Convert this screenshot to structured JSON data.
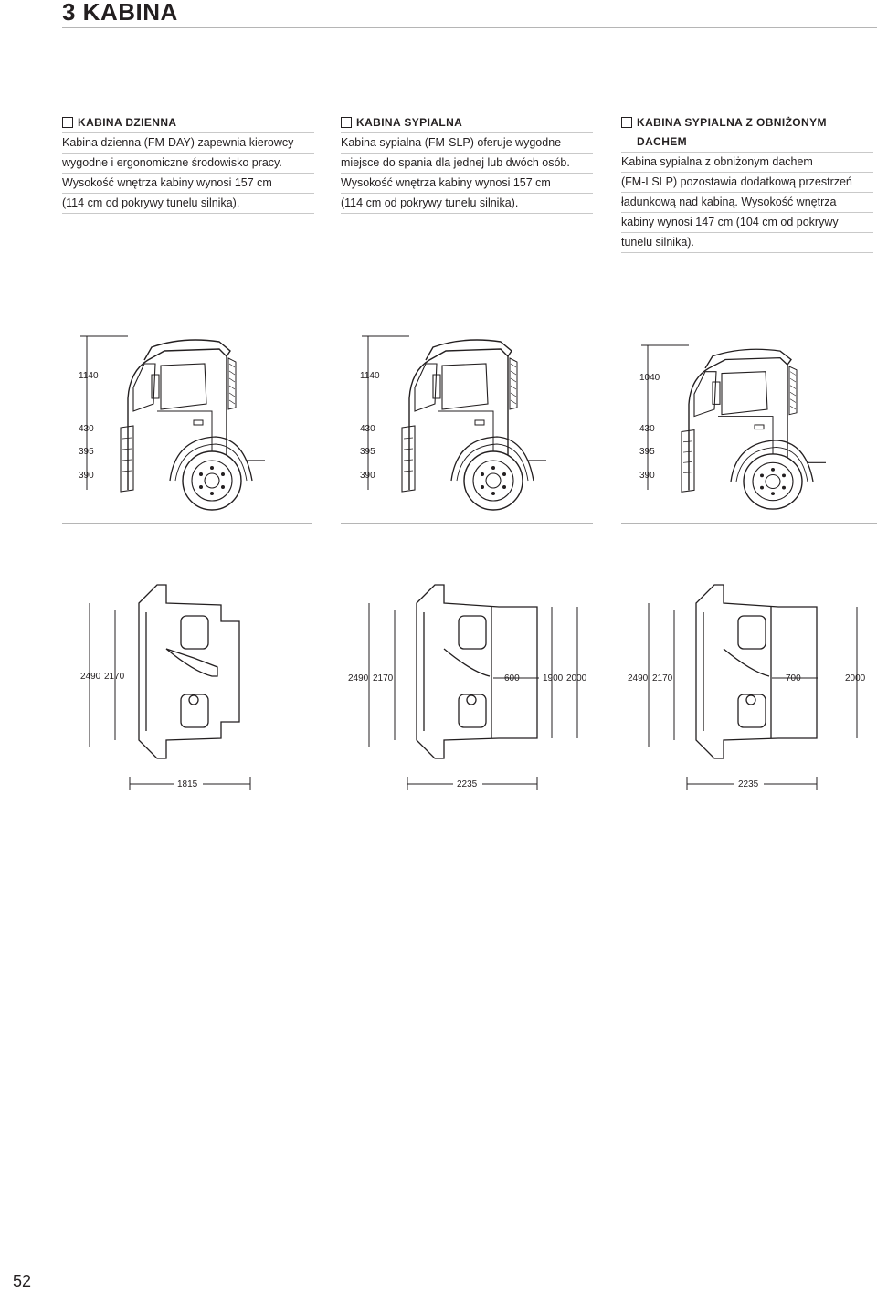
{
  "header": {
    "title": "3 KABINA"
  },
  "columns": [
    {
      "heading": "KABINA DZIENNA",
      "lines": [
        "Kabina dzienna (FM-DAY) zapewnia kierowcy",
        "wygodne i ergonomiczne środowisko pracy.",
        "Wysokość wnętrza kabiny wynosi 157 cm",
        "(114 cm od pokrywy tunelu silnika)."
      ]
    },
    {
      "heading": "KABINA SYPIALNA",
      "lines": [
        "Kabina sypialna (FM-SLP) oferuje wygodne",
        "miejsce do spania dla jednej lub dwóch osób.",
        "Wysokość wnętrza kabiny wynosi 157 cm",
        "(114 cm od pokrywy tunelu silnika)."
      ]
    },
    {
      "heading": "KABINA SYPIALNA Z OBNIŻONYM DACHEM",
      "lines": [
        "Kabina sypialna z obniżonym dachem",
        "(FM-LSLP) pozostawia dodatkową przestrzeń",
        "ładunkową nad kabiną. Wysokość wnętrza",
        "kabiny wynosi 147 cm (104 cm od pokrywy",
        "tunelu silnika)."
      ]
    }
  ],
  "side_views": [
    {
      "height_top": "1140",
      "d1": "430",
      "d2": "395",
      "d3": "390"
    },
    {
      "height_top": "1140",
      "d1": "430",
      "d2": "395",
      "d3": "390"
    },
    {
      "height_top": "1040",
      "d1": "430",
      "d2": "395",
      "d3": "390"
    }
  ],
  "top_views": [
    {
      "outer_width": "2490",
      "inner_width": "2170",
      "bunk_width": "",
      "bunk_outer": "",
      "length": "1815"
    },
    {
      "outer_width": "2490",
      "inner_width": "2170",
      "bunk_width": "600",
      "bunk_outer": "1900",
      "bunk_total": "2000",
      "length": "2235"
    },
    {
      "outer_width": "2490",
      "inner_width": "2170",
      "bunk_width": "700",
      "bunk_outer": "",
      "bunk_total": "2000",
      "length": "2235"
    }
  ],
  "page_number": "52"
}
